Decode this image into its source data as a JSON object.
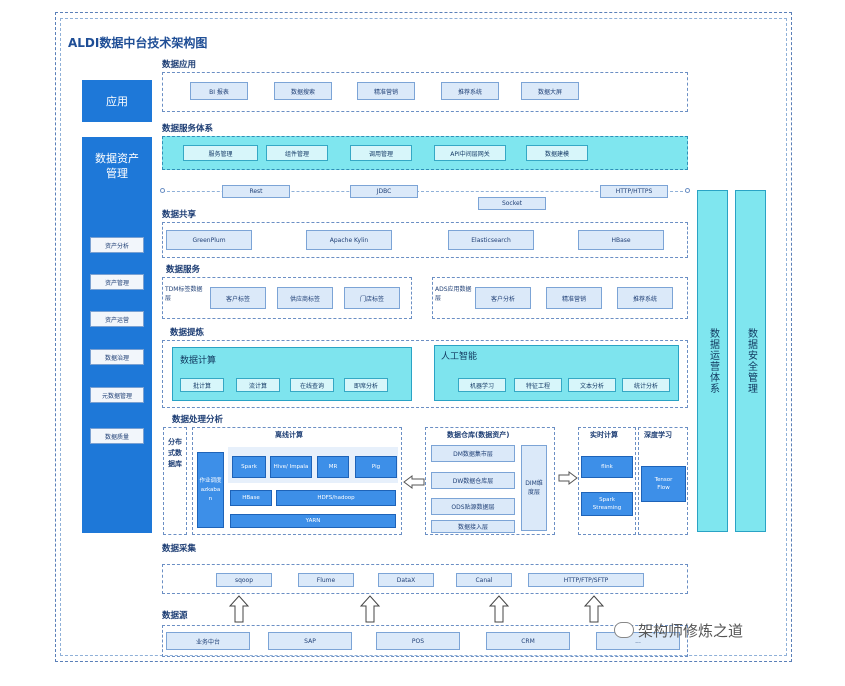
{
  "title": "ALDI数据中台技术架构图",
  "left": {
    "app_label": "应用",
    "asset_title": "数据资产管理",
    "items": [
      "资产分析",
      "资产管理",
      "资产运营",
      "数据治理",
      "元数据管理",
      "数据质量"
    ]
  },
  "right": {
    "ops": "数据运营体系",
    "security": "数据安全管理"
  },
  "sections": {
    "apps": "数据应用",
    "service_system": "数据服务体系",
    "sharing": "数据共享",
    "data_service": "数据服务",
    "refining": "数据提炼",
    "processing": "数据处理分析",
    "collection": "数据采集",
    "source": "数据源"
  },
  "apps": [
    "BI 报表",
    "数据搜索",
    "精准营销",
    "推荐系统",
    "数据大屏"
  ],
  "service_system": [
    "服务管理",
    "组件管理",
    "调用管理",
    "API中间层网关",
    "数据建模"
  ],
  "protocols": [
    "Rest",
    "JDBC",
    "Socket",
    "HTTP/HTTPS"
  ],
  "sharing": [
    "GreenPlum",
    "Apache Kylin",
    "Elasticsearch",
    "HBase"
  ],
  "data_service": {
    "tdm_label": "TDM标签数据层",
    "tdm_items": [
      "客户标签",
      "供应商标签",
      "门店标签"
    ],
    "ads_label": "ADS应用数据层",
    "ads_items": [
      "客户分析",
      "精准营销",
      "推荐系统"
    ]
  },
  "refining": {
    "compute_title": "数据计算",
    "compute_items": [
      "批计算",
      "流计算",
      "在线查询",
      "即席分析"
    ],
    "ai_title": "人工智能",
    "ai_items": [
      "机器学习",
      "特征工程",
      "文本分析",
      "统计分析"
    ]
  },
  "processing": {
    "distributed_db": "分布式数据库",
    "offline_title": "离线计算",
    "scheduler": "作业调度azkaban",
    "engines": [
      "Spark",
      "Hive/ Impala",
      "MR",
      "Pig"
    ],
    "hbase": "HBase",
    "hdfs": "HDFS/hadoop",
    "yarn": "YARN",
    "warehouse_title": "数据仓库(数据资产)",
    "warehouse_layers": [
      "DM数据集市层",
      "DW数据仓库层",
      "ODS贴源数据层",
      "数据接入层"
    ],
    "dim": "DIM维度层",
    "realtime_title": "实时计算",
    "flink": "flink",
    "spark_streaming": "Spark Streaming",
    "dl_title": "深度学习",
    "tensorflow": "Tensor Flow"
  },
  "collection": [
    "sqoop",
    "Flume",
    "DataX",
    "Canal",
    "HTTP/FTP/SFTP"
  ],
  "sources": [
    "业务中台",
    "SAP",
    "POS",
    "CRM",
    "..."
  ],
  "watermark": "架构师修炼之道"
}
